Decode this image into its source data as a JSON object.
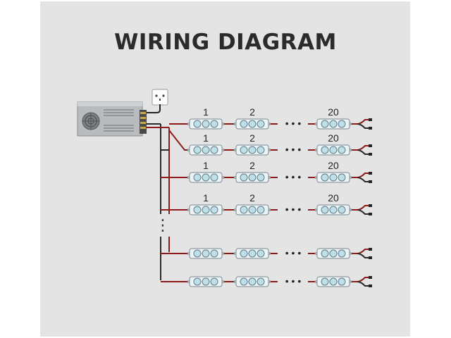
{
  "title": "WIRING DIAGRAM",
  "colors": {
    "background": "#e4e4e4",
    "wire_red": "#8e1c1c",
    "wire_black": "#2a2a2a",
    "module_body": "#eef3f5",
    "led_lens": "#bfe0e8"
  },
  "components": {
    "power_supply": "power-supply-unit",
    "outlet": "wall-outlet",
    "led_module": "led-module",
    "end_connector": "wire-end-connector"
  },
  "labels": {
    "first": "1",
    "second": "2",
    "last": "20",
    "ellipsis": "• • •"
  },
  "rows": [
    {
      "show_numbers": true
    },
    {
      "show_numbers": true
    },
    {
      "show_numbers": true
    },
    {
      "show_numbers": true
    },
    {
      "show_numbers": false
    },
    {
      "show_numbers": false
    }
  ],
  "vertical_ellipsis": "⋮"
}
